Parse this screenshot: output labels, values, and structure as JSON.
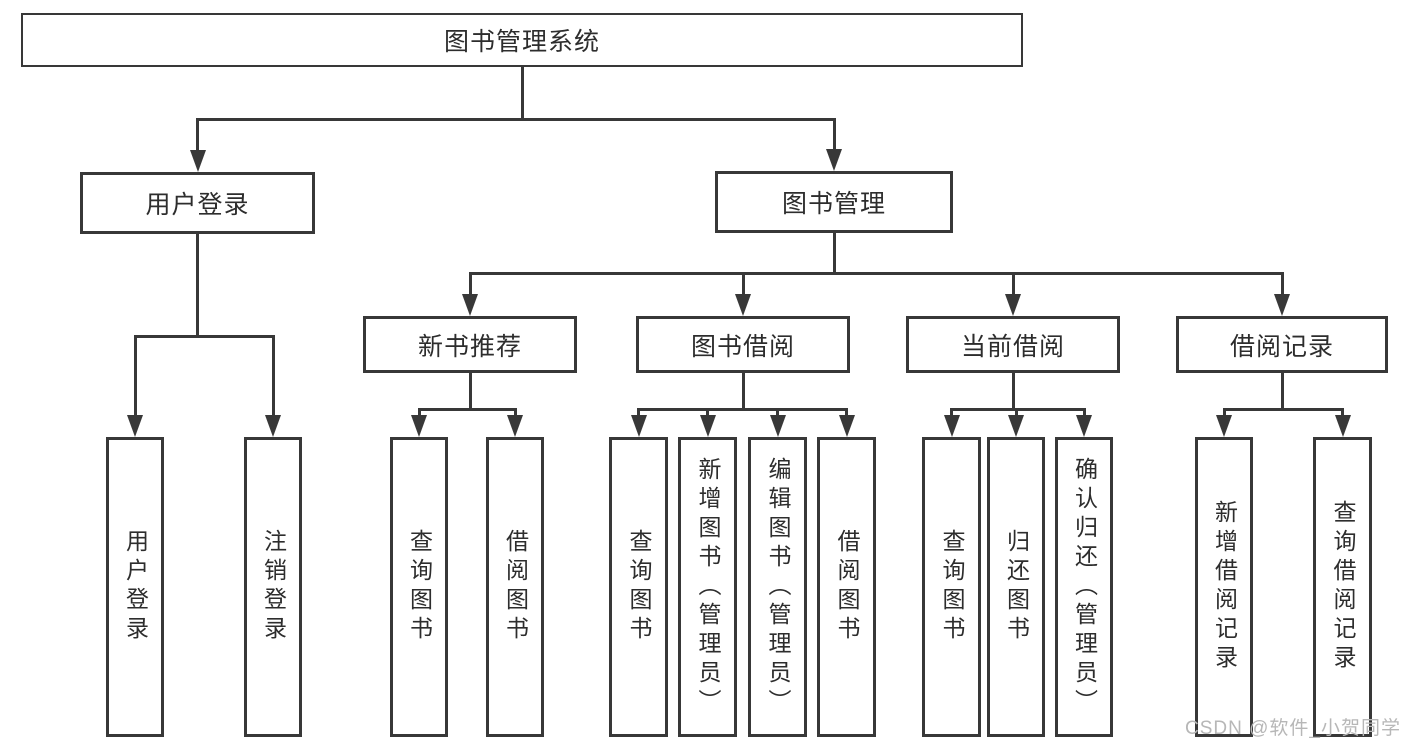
{
  "diagram": {
    "title": "图书管理系统",
    "watermark": "CSDN @软件_小贺同学",
    "colors": {
      "line": "#383838",
      "text": "#2d2d2d",
      "background": "#ffffff",
      "watermark": "#b7b7b7"
    },
    "nodes": [
      {
        "id": "root",
        "label": "图书管理系统",
        "level": 1,
        "orientation": "horizontal"
      },
      {
        "id": "user-login",
        "label": "用户登录",
        "level": 2,
        "orientation": "horizontal"
      },
      {
        "id": "book-mgmt",
        "label": "图书管理",
        "level": 2,
        "orientation": "horizontal"
      },
      {
        "id": "new-book-rec",
        "label": "新书推荐",
        "level": 3,
        "orientation": "horizontal"
      },
      {
        "id": "book-borrow",
        "label": "图书借阅",
        "level": 3,
        "orientation": "horizontal"
      },
      {
        "id": "current-borrow",
        "label": "当前借阅",
        "level": 3,
        "orientation": "horizontal"
      },
      {
        "id": "borrow-records",
        "label": "借阅记录",
        "level": 3,
        "orientation": "horizontal"
      },
      {
        "id": "user-login-leaf",
        "label": "用户登录",
        "level": 4,
        "orientation": "vertical"
      },
      {
        "id": "logout",
        "label": "注销登录",
        "level": 4,
        "orientation": "vertical"
      },
      {
        "id": "query-book-1",
        "label": "查询图书",
        "level": 4,
        "orientation": "vertical"
      },
      {
        "id": "borrow-book-1",
        "label": "借阅图书",
        "level": 4,
        "orientation": "vertical"
      },
      {
        "id": "query-book-2",
        "label": "查询图书",
        "level": 4,
        "orientation": "vertical"
      },
      {
        "id": "add-book",
        "label": "新增图书（管理员）",
        "level": 4,
        "orientation": "vertical"
      },
      {
        "id": "edit-book",
        "label": "编辑图书（管理员）",
        "level": 4,
        "orientation": "vertical"
      },
      {
        "id": "borrow-book-2",
        "label": "借阅图书",
        "level": 4,
        "orientation": "vertical"
      },
      {
        "id": "query-book-3",
        "label": "查询图书",
        "level": 4,
        "orientation": "vertical"
      },
      {
        "id": "return-book",
        "label": "归还图书",
        "level": 4,
        "orientation": "vertical"
      },
      {
        "id": "confirm-return",
        "label": "确认归还（管理员）",
        "level": 4,
        "orientation": "vertical"
      },
      {
        "id": "add-borrow-record",
        "label": "新增借阅记录",
        "level": 4,
        "orientation": "vertical"
      },
      {
        "id": "query-borrow-record",
        "label": "查询借阅记录",
        "level": 4,
        "orientation": "vertical"
      }
    ],
    "edges": [
      {
        "from": "root",
        "to": [
          "user-login",
          "book-mgmt"
        ]
      },
      {
        "from": "user-login",
        "to": [
          "user-login-leaf",
          "logout"
        ]
      },
      {
        "from": "book-mgmt",
        "to": [
          "new-book-rec",
          "book-borrow",
          "current-borrow",
          "borrow-records"
        ]
      },
      {
        "from": "new-book-rec",
        "to": [
          "query-book-1",
          "borrow-book-1"
        ]
      },
      {
        "from": "book-borrow",
        "to": [
          "query-book-2",
          "add-book",
          "edit-book",
          "borrow-book-2"
        ]
      },
      {
        "from": "current-borrow",
        "to": [
          "query-book-3",
          "return-book",
          "confirm-return"
        ]
      },
      {
        "from": "borrow-records",
        "to": [
          "add-borrow-record",
          "query-borrow-record"
        ]
      }
    ]
  }
}
